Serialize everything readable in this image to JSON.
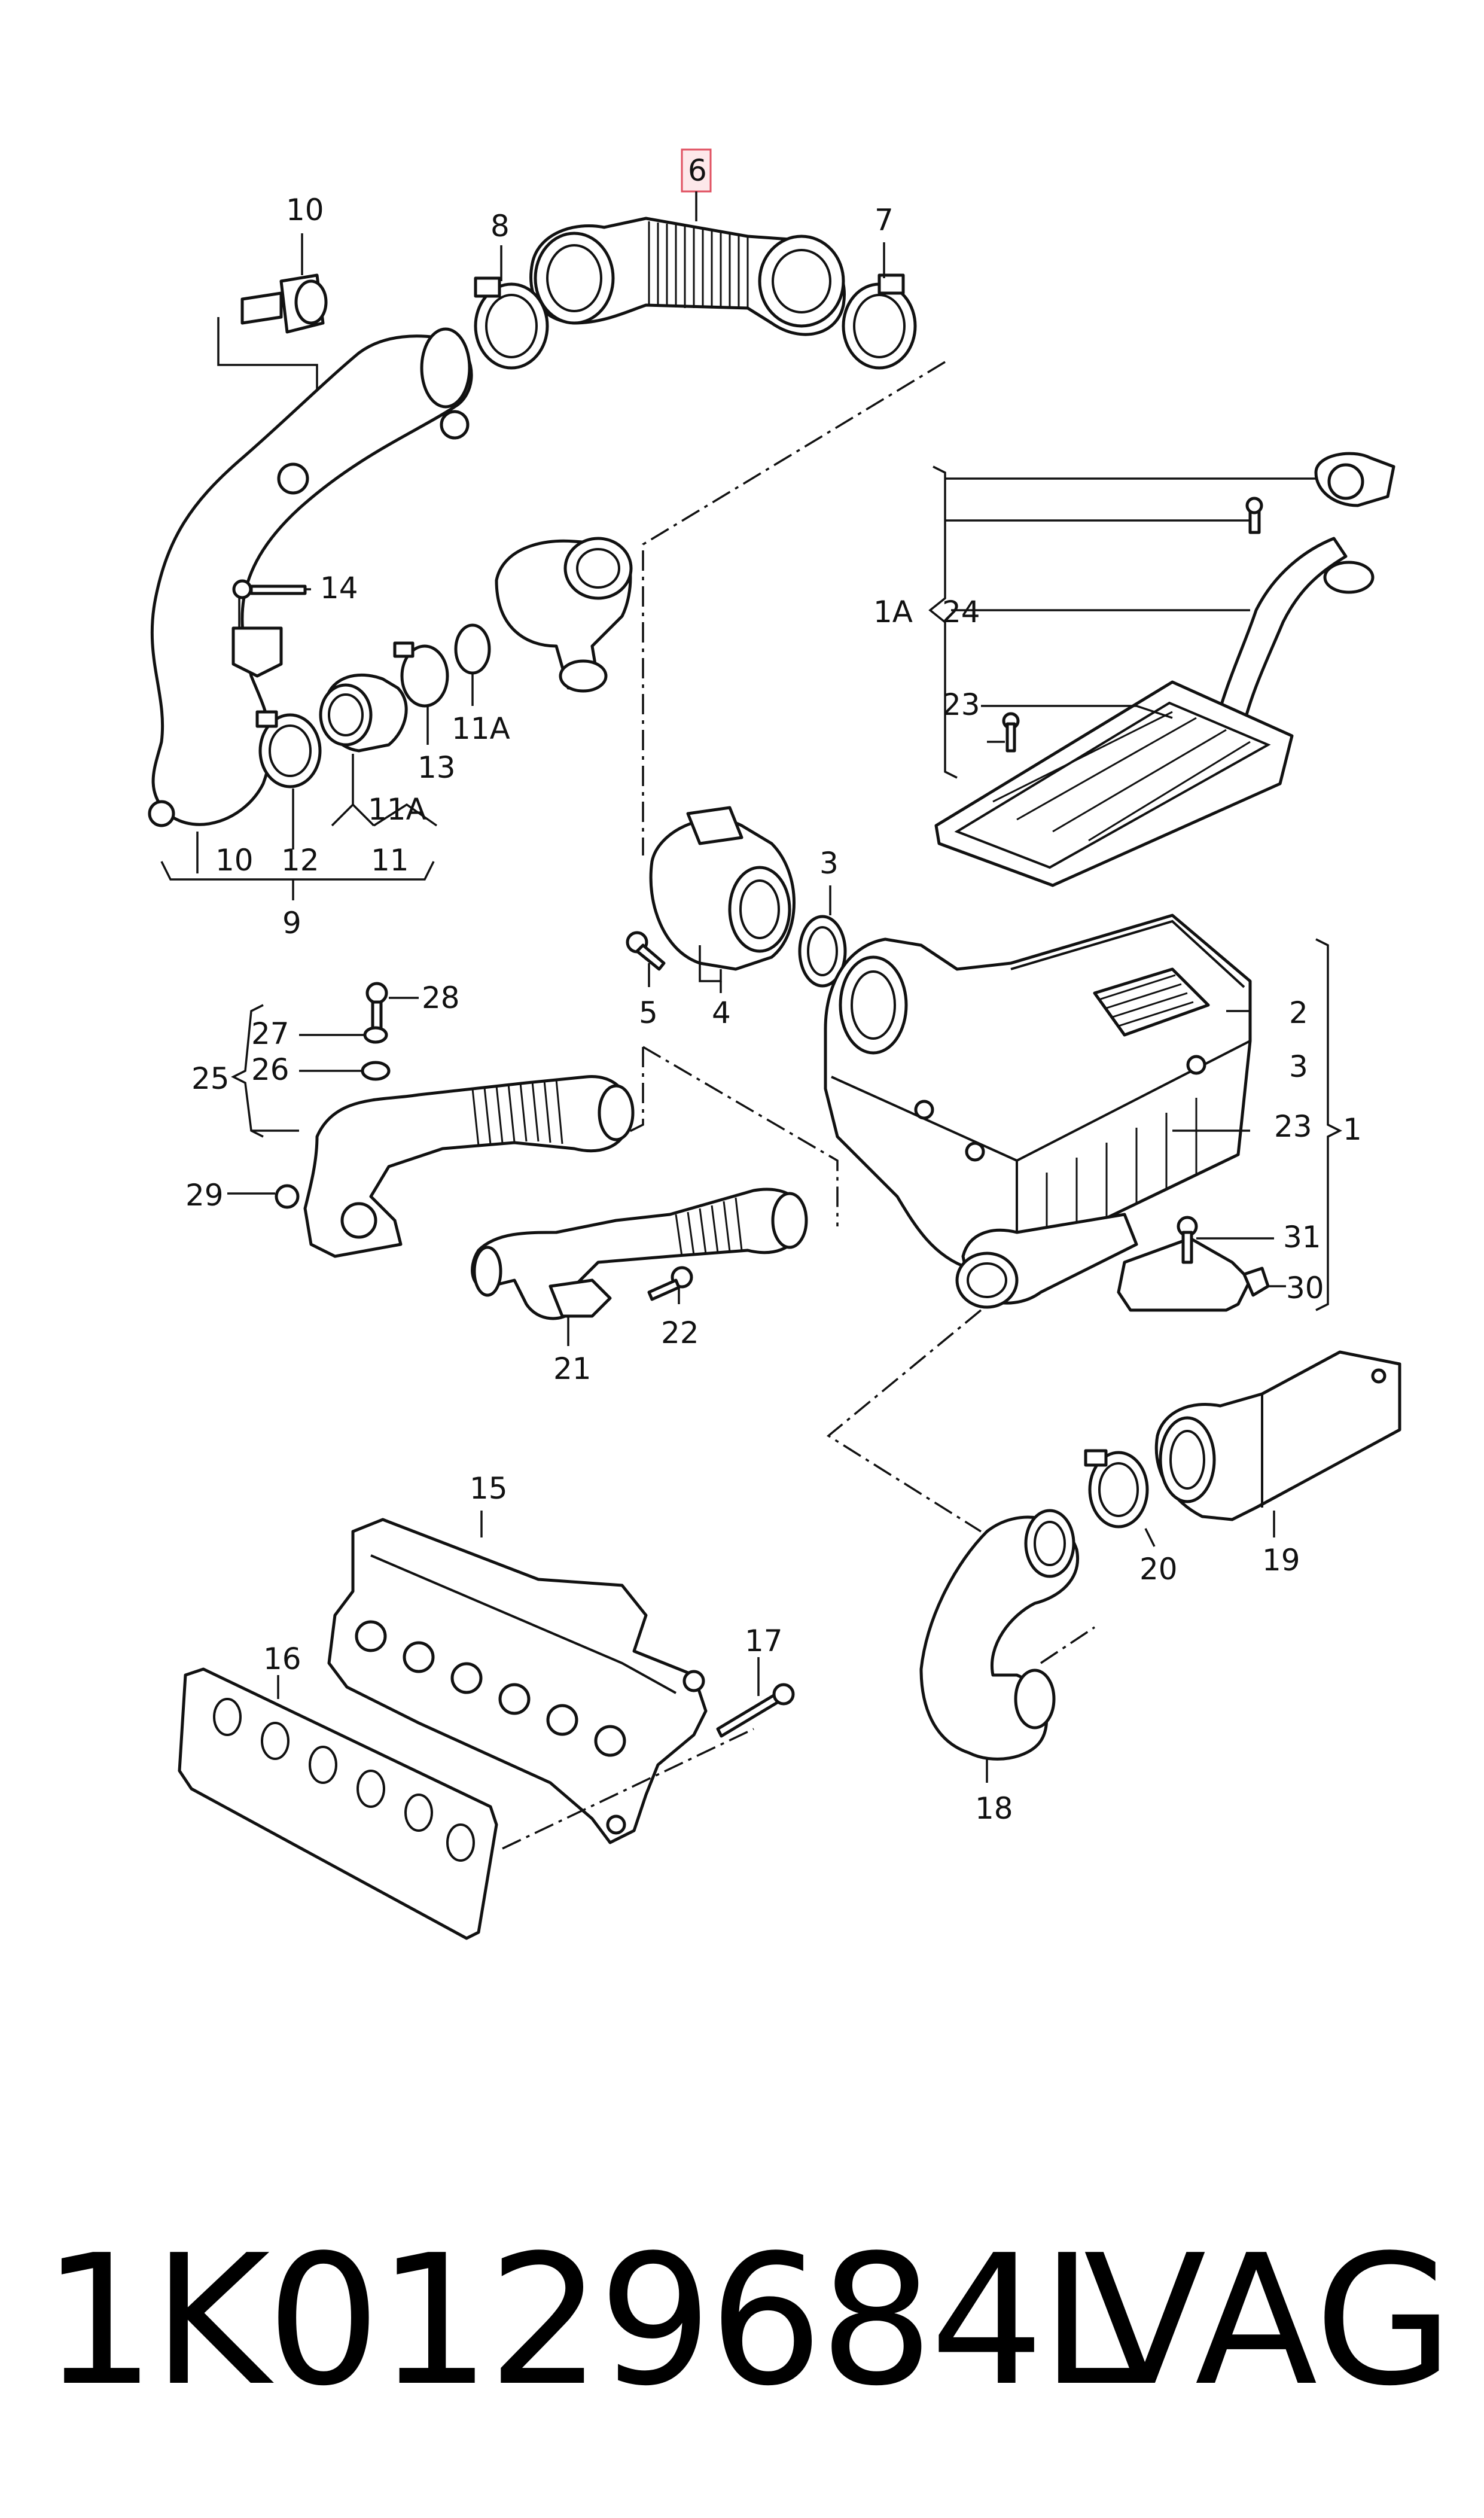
{
  "callouts": {
    "c6": "6",
    "c7": "7",
    "c8": "8",
    "c10a": "10",
    "c14": "14",
    "c11A_a": "11A",
    "c13": "13",
    "c11A_b": "11A",
    "c12": "12",
    "c11": "11",
    "c10b": "10",
    "c9": "9",
    "c1A": "1A",
    "c24": "24",
    "c23a": "23",
    "c3a": "3",
    "c4": "4",
    "c5": "5",
    "c2": "2",
    "c3b": "3",
    "c23b": "23",
    "c1": "1",
    "c28": "28",
    "c27": "27",
    "c26": "26",
    "c25": "25",
    "c29": "29",
    "c31": "31",
    "c30": "30",
    "c21": "21",
    "c22": "22",
    "c20": "20",
    "c19": "19",
    "c15": "15",
    "c16": "16",
    "c17": "17",
    "c18": "18"
  },
  "highlight_color": "#e05060",
  "footer": {
    "part_number": "1K0129684L",
    "brand": "VAG"
  }
}
